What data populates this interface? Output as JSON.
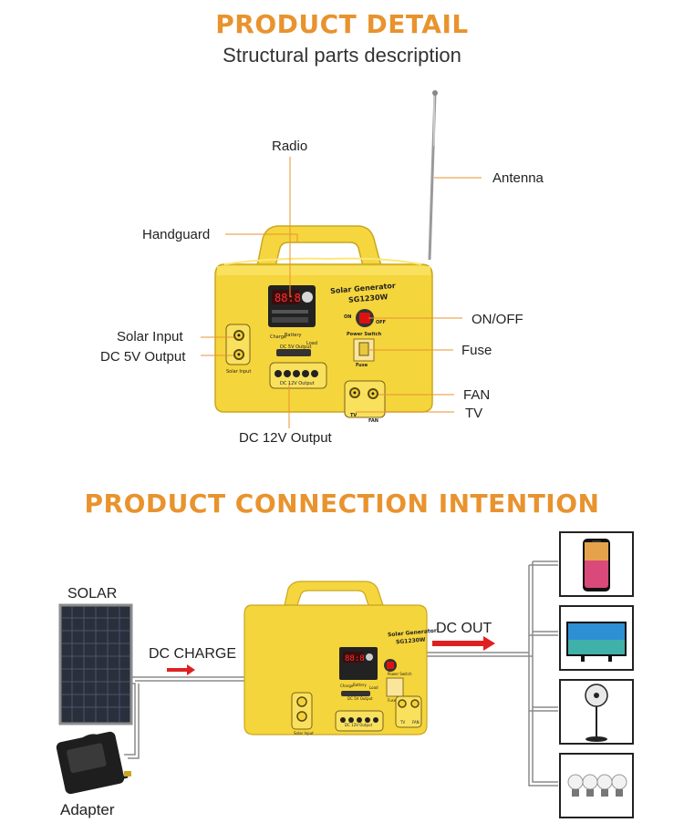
{
  "detail": {
    "title": "PRODUCT DETAIL",
    "subtitle": "Structural parts description",
    "labels": {
      "radio": "Radio",
      "antenna": "Antenna",
      "handguard": "Handguard",
      "on_off": "ON/OFF",
      "solar_input": "Solar Input",
      "dc5v": "DC 5V Output",
      "fuse": "Fuse",
      "fan": "FAN",
      "tv": "TV",
      "dc12v": "DC 12V Output"
    },
    "device_text": {
      "brand": "Solar Generator",
      "model": "SG1230W",
      "on": "ON",
      "off": "OFF",
      "power_switch": "Power Switch",
      "fuse": "Fuse",
      "charge": "Charge",
      "battery": "Battery",
      "load": "Load",
      "dc5v": "DC 5V Output",
      "dc12v": "DC 12V Output",
      "solar_input": "Solar Input",
      "tv": "TV",
      "fan": "FAN"
    },
    "accent_color": "#e8932e",
    "body_color": "#f5d53c"
  },
  "connection": {
    "title": "PRODUCT CONNECTION INTENTION",
    "solar": "SOLAR",
    "dc_charge": "DC CHARGE",
    "dc_out": "DC OUT",
    "adapter": "Adapter",
    "device_text": {
      "brand": "Solar Generator",
      "model": "SG1230W",
      "charge": "Charge",
      "battery": "Battery",
      "load": "Load",
      "dc5v": "DC 5V Output",
      "dc12v": "DC 12V Output",
      "solar_input": "Solar Input",
      "power_switch": "Power Switch",
      "fuse": "Fuse",
      "tv": "TV",
      "fan": "FAN"
    },
    "devices": [
      "phone-icon",
      "tv-icon",
      "fan-icon",
      "bulb-icon"
    ],
    "arrow_color": "#e02020"
  }
}
